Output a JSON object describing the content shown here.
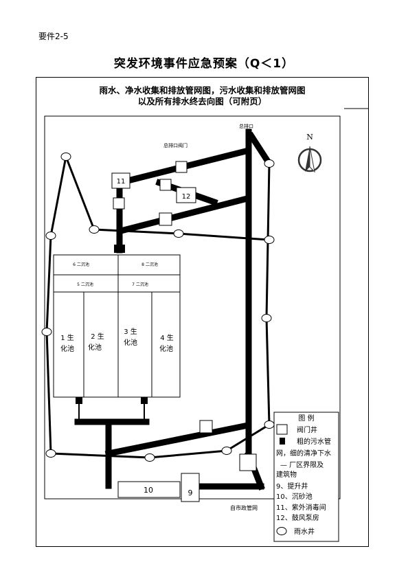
{
  "header": {
    "annex": "要件2-5",
    "title": "突发环境事件应急预案（Q＜1）",
    "subtitle_line1": "雨水、净水收集和排放管网图，污水收集和排放管网图",
    "subtitle_line2": "以及所有排水终去向图（可附页）"
  },
  "map": {
    "labels": {
      "main_outlet": "总排口",
      "main_outlet_valve": "总排口阀门",
      "municipal_network": "自市政管网",
      "north": "N"
    },
    "tanks": {
      "t6": "6 二沉池",
      "t8": "8 二沉池",
      "t5": "5 二沉池",
      "t7": "7 二沉池",
      "bio1_a": "1 生",
      "bio1_b": "化池",
      "bio2_a": "2 生",
      "bio2_b": "化池",
      "bio3_a": "3 生",
      "bio3_b": "化池",
      "bio4_a": "4 生",
      "bio4_b": "化池"
    },
    "boxes": {
      "b9": "9",
      "b10": "10",
      "b11": "11",
      "b12": "12"
    }
  },
  "legend": {
    "title": "图 例",
    "valve_well": "阀门井",
    "pipe_line1": "粗的污水管",
    "pipe_line2": "网，细的清净下水",
    "boundary_line1": "—  厂区界限及",
    "boundary_line2": "建筑物",
    "item9": "9、提升井",
    "item10": "10、沉砂池",
    "item11": "11、紫外消毒间",
    "item12": "12、鼓风泵房",
    "rain_well": "雨水井"
  }
}
